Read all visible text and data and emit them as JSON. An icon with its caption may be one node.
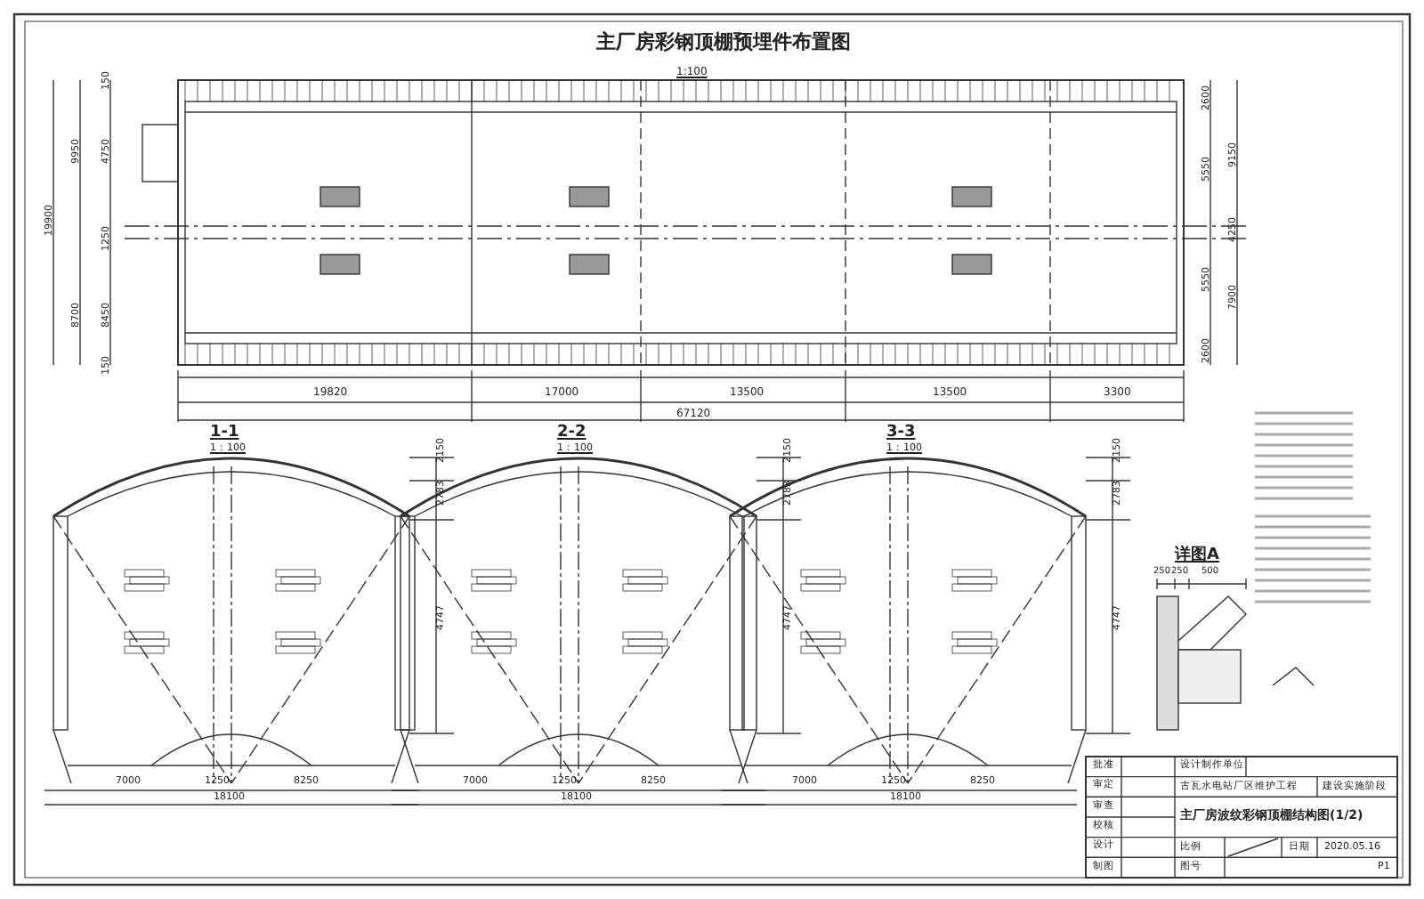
{
  "diagram": {
    "title": "主厂房彩钢顶棚预埋件布置图",
    "labels": [
      "1:100",
      "19820",
      "17000",
      "13500",
      "13500",
      "3300",
      "67120",
      "150",
      "9950",
      "4750",
      "19900",
      "1250",
      "8700",
      "8450",
      "150",
      "2600",
      "5550",
      "9150",
      "4250",
      "5550",
      "7900",
      "2600",
      "1-1",
      "1：100",
      "7000",
      "1250",
      "8250",
      "18100",
      "2150",
      "2783",
      "4747",
      "2-2",
      "1：100",
      "7000",
      "1250",
      "8250",
      "18100",
      "2150",
      "2783",
      "4747",
      "3-3",
      "1：100",
      "7000",
      "1250",
      "8250",
      "18100",
      "2150",
      "2783",
      "4747",
      "详图A",
      "250",
      "250",
      "500",
      "批准",
      "审定",
      "审查",
      "校核",
      "设计",
      "制图",
      "设计制作单位",
      "古瓦水电站厂区维护工程",
      "建设实施阶段",
      "主厂房波纹彩钢顶棚结构图(1/2)",
      "比例",
      "日期",
      "2020.05.16",
      "图号",
      "P1"
    ]
  }
}
